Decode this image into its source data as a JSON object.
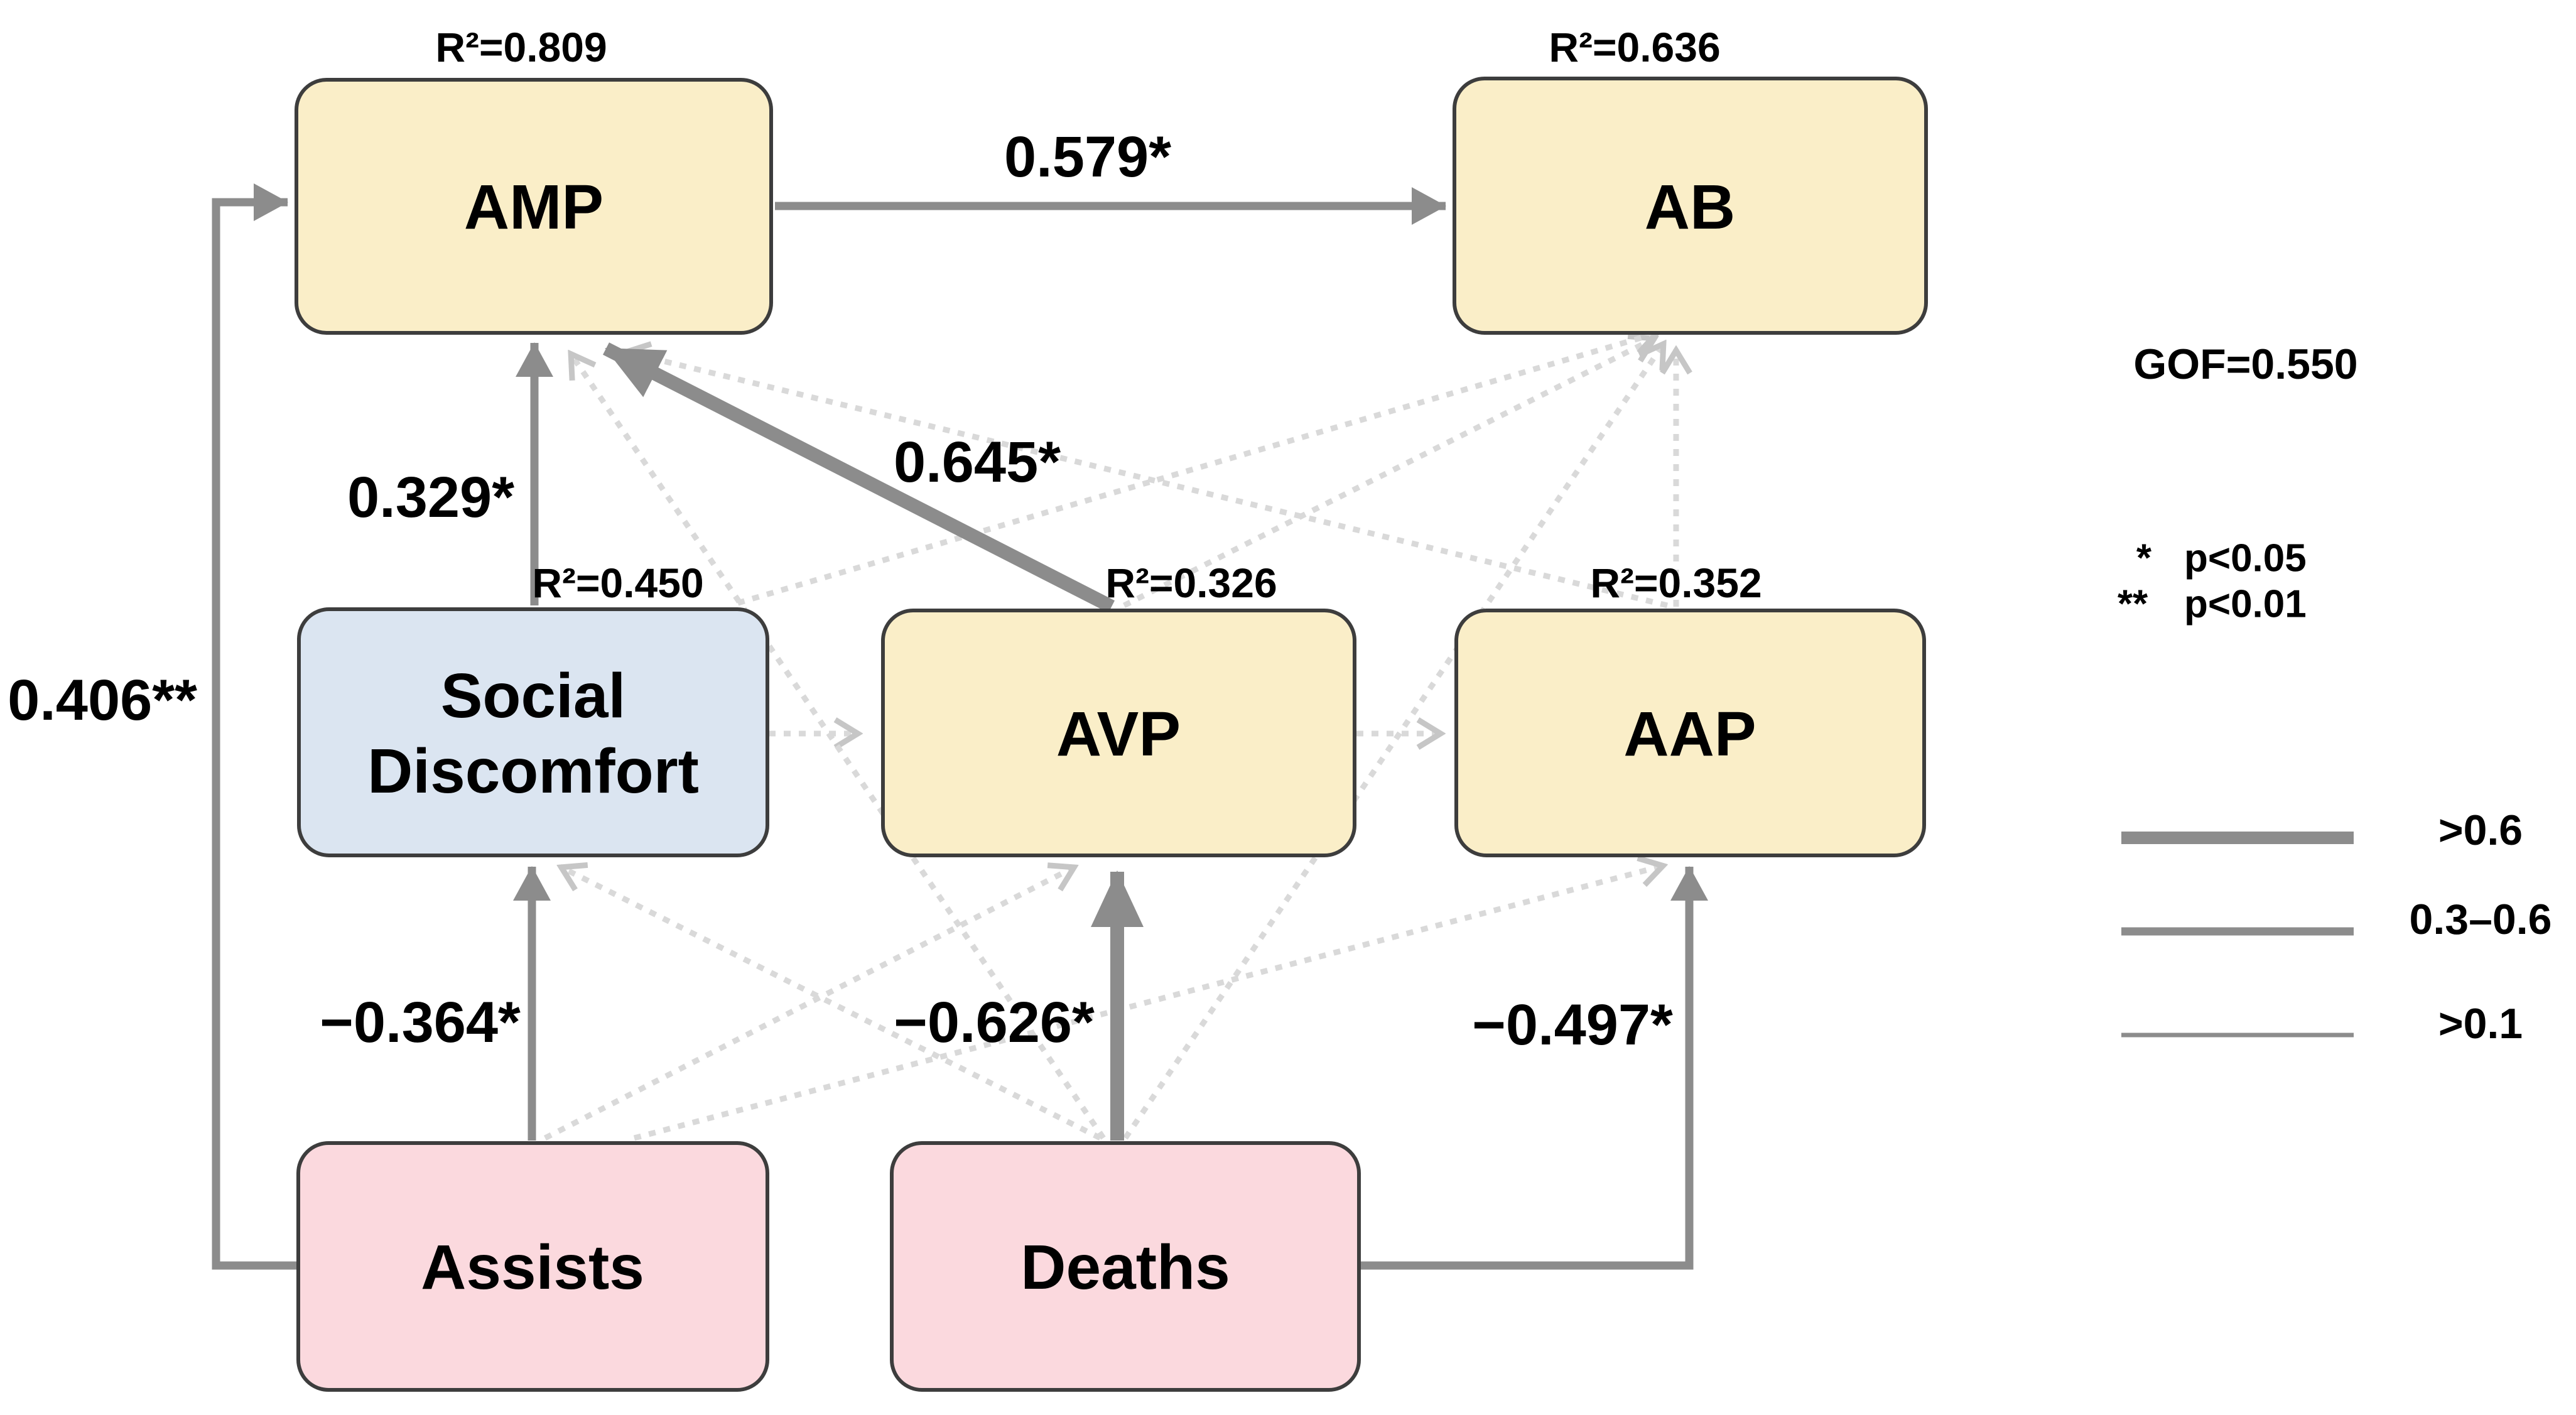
{
  "colors": {
    "endogenous_fill": "#FAEEC8",
    "mediator_fill": "#DBE5F1",
    "exogenous_fill": "#FBD9DE",
    "box_border": "#3D3D3D",
    "solid_arrow": "#8C8C8C",
    "dotted_arrow": "#D9D9D9",
    "text": "#000000"
  },
  "nodes": {
    "amp": {
      "label": "AMP",
      "r2": "R²=0.809"
    },
    "ab": {
      "label": "AB",
      "r2": "R²=0.636"
    },
    "sd": {
      "label_line1": "Social",
      "label_line2": "Discomfort",
      "r2": "R²=0.450"
    },
    "avp": {
      "label": "AVP",
      "r2": "R²=0.326"
    },
    "aap": {
      "label": "AAP",
      "r2": "R²=0.352"
    },
    "assists": {
      "label": "Assists"
    },
    "deaths": {
      "label": "Deaths"
    }
  },
  "edges": {
    "amp_ab": {
      "from": "AMP",
      "to": "AB",
      "label": "0.579*",
      "strength": "0.3-0.6"
    },
    "sd_amp": {
      "from": "Social Discomfort",
      "to": "AMP",
      "label": "0.329*",
      "strength": "0.3-0.6"
    },
    "avp_amp": {
      "from": "AVP",
      "to": "AMP",
      "label": "0.645*",
      "strength": ">0.6"
    },
    "assists_amp": {
      "from": "Assists",
      "to": "AMP",
      "label": "0.406**",
      "strength": "0.3-0.6"
    },
    "assists_sd": {
      "from": "Assists",
      "to": "Social Discomfort",
      "label": "−0.364*",
      "strength": "0.3-0.6"
    },
    "deaths_avp": {
      "from": "Deaths",
      "to": "AVP",
      "label": "−0.626*",
      "strength": ">0.6"
    },
    "deaths_aap": {
      "from": "Deaths",
      "to": "AAP",
      "label": "−0.497*",
      "strength": "0.3-0.6"
    }
  },
  "edges_nonsignificant": [
    "Social Discomfort → AVP",
    "AVP → AAP",
    "AAP → AB",
    "AVP → AB",
    "Social Discomfort → AB",
    "AAP → AMP",
    "Deaths → AMP",
    "Deaths → Social Discomfort",
    "Deaths → AB",
    "Assists → AVP",
    "Assists → AAP"
  ],
  "legend": {
    "gof": "GOF=0.550",
    "sig1_mark": "*",
    "sig1_text": "p<0.05",
    "sig2_mark": "**",
    "sig2_text": "p<0.01",
    "thickness": [
      {
        "label": ">0.6"
      },
      {
        "label": "0.3–0.6"
      },
      {
        "label": ">0.1"
      }
    ]
  }
}
